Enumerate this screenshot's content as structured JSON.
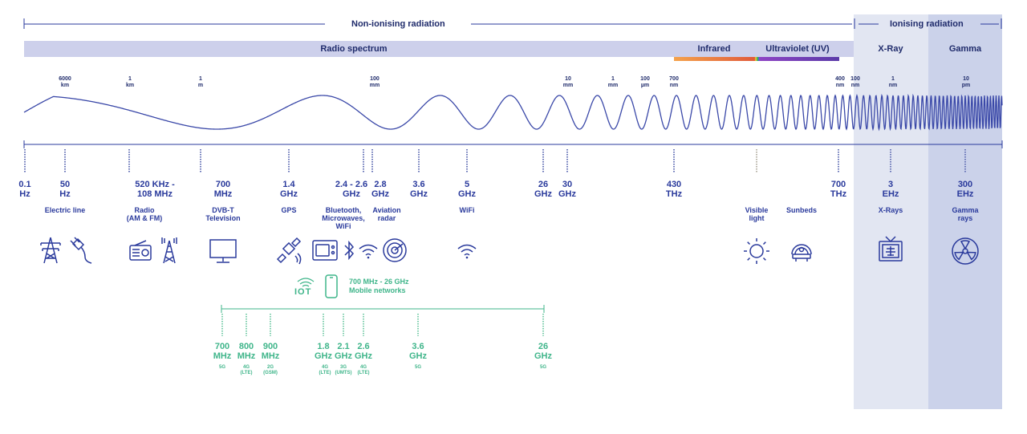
{
  "header": {
    "non_ionising": "Non-ionising radiation",
    "ionising": "Ionising radiation"
  },
  "bands": {
    "radio": "Radio spectrum",
    "infrared": "Infrared",
    "uv": "Ultraviolet (UV)",
    "xray": "X-Ray",
    "gamma": "Gamma"
  },
  "wavelengths": [
    {
      "value": "6000",
      "unit": "km"
    },
    {
      "value": "1",
      "unit": "km"
    },
    {
      "value": "1",
      "unit": "m"
    },
    {
      "value": "100",
      "unit": "mm"
    },
    {
      "value": "10",
      "unit": "mm"
    },
    {
      "value": "1",
      "unit": "mm"
    },
    {
      "value": "100",
      "unit": "µm"
    },
    {
      "value": "700",
      "unit": "nm"
    },
    {
      "value": "400",
      "unit": "nm"
    },
    {
      "value": "100",
      "unit": "nm"
    },
    {
      "value": "1",
      "unit": "nm"
    },
    {
      "value": "10",
      "unit": "pm"
    }
  ],
  "frequencies": [
    {
      "value": "0.1",
      "unit": "Hz",
      "use": ""
    },
    {
      "value": "50",
      "unit": "Hz",
      "use": "Electric line"
    },
    {
      "value": "520 KHz -",
      "unit": "108 MHz",
      "use": "Radio\n(AM & FM)"
    },
    {
      "value": "700",
      "unit": "MHz",
      "use": "DVB-T\nTelevision"
    },
    {
      "value": "1.4",
      "unit": "GHz",
      "use": "GPS"
    },
    {
      "value": "2.4 - 2.6",
      "unit": "GHz",
      "use": "Bluetooth,\nMicrowaves,\nWiFi"
    },
    {
      "value": "2.8",
      "unit": "GHz",
      "use": "Aviation\nradar"
    },
    {
      "value": "3.6",
      "unit": "GHz",
      "use": ""
    },
    {
      "value": "5",
      "unit": "GHz",
      "use": "WiFi"
    },
    {
      "value": "26",
      "unit": "GHz",
      "use": ""
    },
    {
      "value": "30",
      "unit": "GHz",
      "use": ""
    },
    {
      "value": "430",
      "unit": "THz",
      "use": ""
    },
    {
      "value": "",
      "unit": "",
      "use": "Visible\nlight"
    },
    {
      "value": "",
      "unit": "",
      "use": "Sunbeds"
    },
    {
      "value": "700",
      "unit": "THz",
      "use": ""
    },
    {
      "value": "3",
      "unit": "EHz",
      "use": "X-Rays"
    },
    {
      "value": "300",
      "unit": "EHz",
      "use": "Gamma\nrays"
    }
  ],
  "mobile": {
    "iot_label": "IOT",
    "range": "700 MHz - 26 GHz",
    "title": "Mobile networks",
    "items": [
      {
        "value": "700",
        "unit": "MHz",
        "tech": "5G"
      },
      {
        "value": "800",
        "unit": "MHz",
        "tech": "4G\n(LTE)"
      },
      {
        "value": "900",
        "unit": "MHz",
        "tech": "2G\n(GSM)"
      },
      {
        "value": "1.8",
        "unit": "GHz",
        "tech": "4G\n(LTE)"
      },
      {
        "value": "2.1",
        "unit": "GHz",
        "tech": "3G\n(UMTS)"
      },
      {
        "value": "2.6",
        "unit": "GHz",
        "tech": "4G\n(LTE)"
      },
      {
        "value": "3.6",
        "unit": "GHz",
        "tech": "5G"
      },
      {
        "value": "26",
        "unit": "GHz",
        "tech": "5G"
      }
    ]
  },
  "colors": {
    "primary": "#2a3a9c",
    "mobile": "#3fb58a",
    "band_bar": "#cdd0eb",
    "xray_bg": "#e2e6f2",
    "gamma_bg": "#cbd2ea"
  },
  "icons": [
    "power-pylon-icon",
    "plug-icon",
    "radio-icon",
    "antenna-tower-icon",
    "monitor-icon",
    "satellite-icon",
    "microwave-icon",
    "bluetooth-icon",
    "wifi-icon",
    "radar-icon",
    "wifi-icon",
    "iot-icon",
    "smartphone-icon",
    "sun-icon",
    "sunbed-icon",
    "xray-machine-icon",
    "radiation-icon"
  ]
}
